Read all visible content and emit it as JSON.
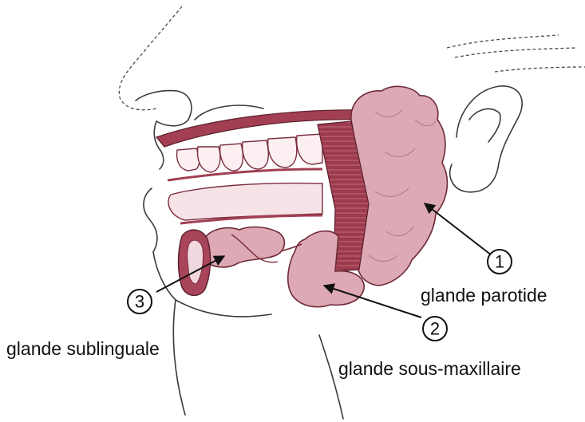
{
  "colors": {
    "gland_fill": "#dca9b5",
    "gland_dark": "#a8455a",
    "bone_dark": "#a23f52",
    "outline": "#3a3a3a",
    "text": "#111111"
  },
  "callouts": [
    {
      "number": "1",
      "label": "glande parotide"
    },
    {
      "number": "2",
      "label": "glande sous-maxillaire"
    },
    {
      "number": "3",
      "label": "glande sublinguale"
    }
  ]
}
